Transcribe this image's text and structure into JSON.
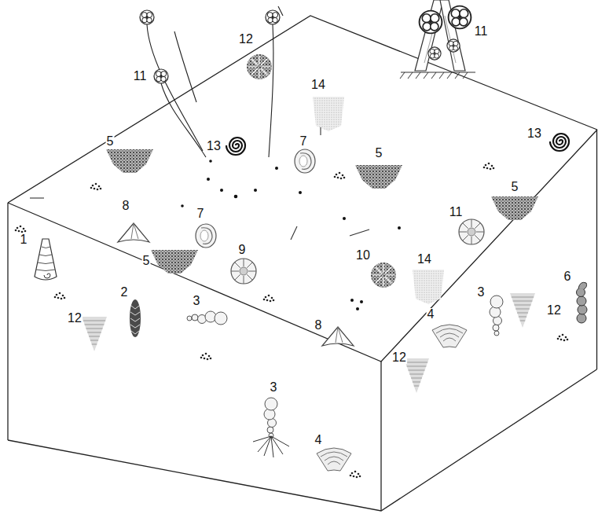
{
  "diagram": {
    "labels": [
      "11",
      "12",
      "11",
      "14",
      "5",
      "13",
      "13",
      "7",
      "5",
      "5",
      "8",
      "11",
      "7",
      "1",
      "9",
      "10",
      "14",
      "5",
      "3",
      "2",
      "12",
      "6",
      "3",
      "12",
      "4",
      "8",
      "12",
      "3",
      "4"
    ]
  }
}
